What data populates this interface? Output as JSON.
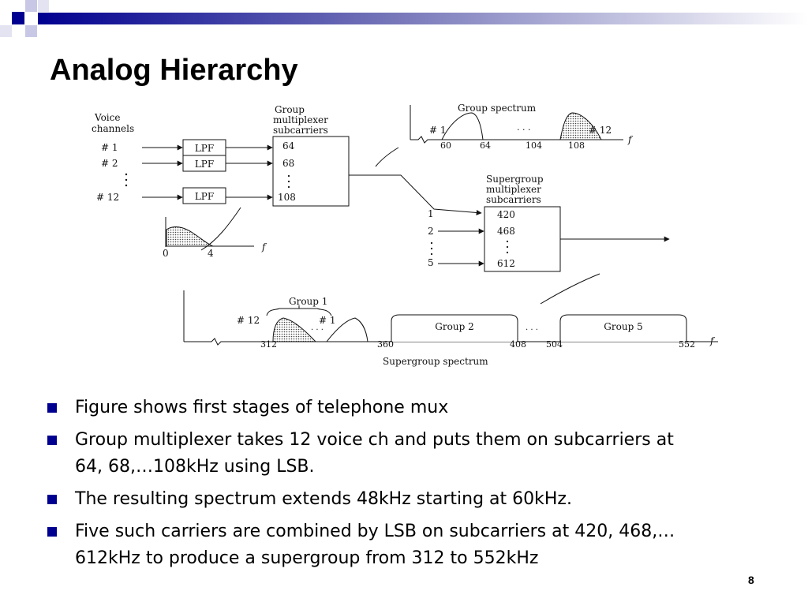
{
  "slide": {
    "title": "Analog Hierarchy",
    "page_number": "8",
    "accent_color": "#000090",
    "bullet_color": "#000090"
  },
  "diagram": {
    "voice_channels_label": [
      "Voice",
      "channels"
    ],
    "channel_labels": [
      "# 1",
      "# 2",
      "# 12"
    ],
    "lpf_label": "LPF",
    "group_mux_label": [
      "Group",
      "multiplexer",
      "subcarriers"
    ],
    "group_subcarriers": [
      "64",
      "68",
      "108"
    ],
    "baseband_ticks": [
      "0",
      "4"
    ],
    "freq_symbol": "f",
    "group_spectrum": {
      "title": "Group spectrum",
      "channel_first": "# 1",
      "channel_last": "# 12",
      "ellipsis": ". . .",
      "ticks": [
        "60",
        "64",
        "104",
        "108"
      ]
    },
    "supergroup_mux_label": [
      "Supergroup",
      "multiplexer",
      "subcarriers"
    ],
    "supergroup_inputs": [
      "1",
      "2",
      "5"
    ],
    "supergroup_subcarriers": [
      "420",
      "468",
      "612"
    ],
    "supergroup_spectrum": {
      "title": "Supergroup spectrum",
      "group1_label": "Group 1",
      "channel_first": "# 12",
      "channel_last": "# 1",
      "ellipsis": ". . .",
      "group2_label": "Group 2",
      "group5_label": "Group 5",
      "ticks": [
        "312",
        "360",
        "408",
        "504",
        "552"
      ]
    }
  },
  "bullets": [
    {
      "lines": [
        "Figure shows first stages of telephone mux"
      ]
    },
    {
      "lines": [
        "Group multiplexer takes 12 voice ch and puts them on subcarriers at",
        "64, 68,…108kHz using LSB."
      ]
    },
    {
      "lines": [
        "The resulting spectrum extends 48kHz starting at 60kHz."
      ]
    },
    {
      "lines": [
        "Five such carriers are combined by LSB on subcarriers at 420, 468,…",
        "612kHz to produce a supergroup from 312 to 552kHz"
      ]
    }
  ]
}
